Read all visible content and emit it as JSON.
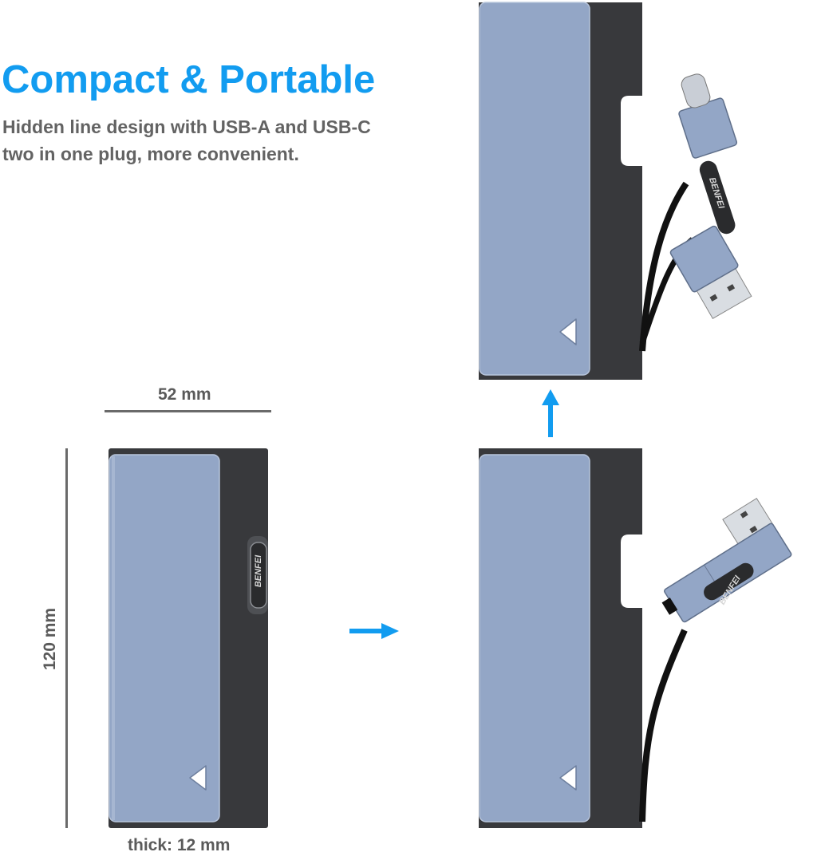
{
  "header": {
    "title": "Compact & Portable",
    "subtitle_line1": "Hidden line design with USB-A and USB-C",
    "subtitle_line2": "two in one plug, more convenient."
  },
  "dimensions": {
    "width": "52 mm",
    "height": "120 mm",
    "thickness": "thick: 12 mm"
  },
  "brand": "BENFEI",
  "colors": {
    "accent": "#129cf0",
    "text_gray": "#636363",
    "panel_blue": "#93a6c6",
    "body_dark": "#3a3b3e"
  }
}
